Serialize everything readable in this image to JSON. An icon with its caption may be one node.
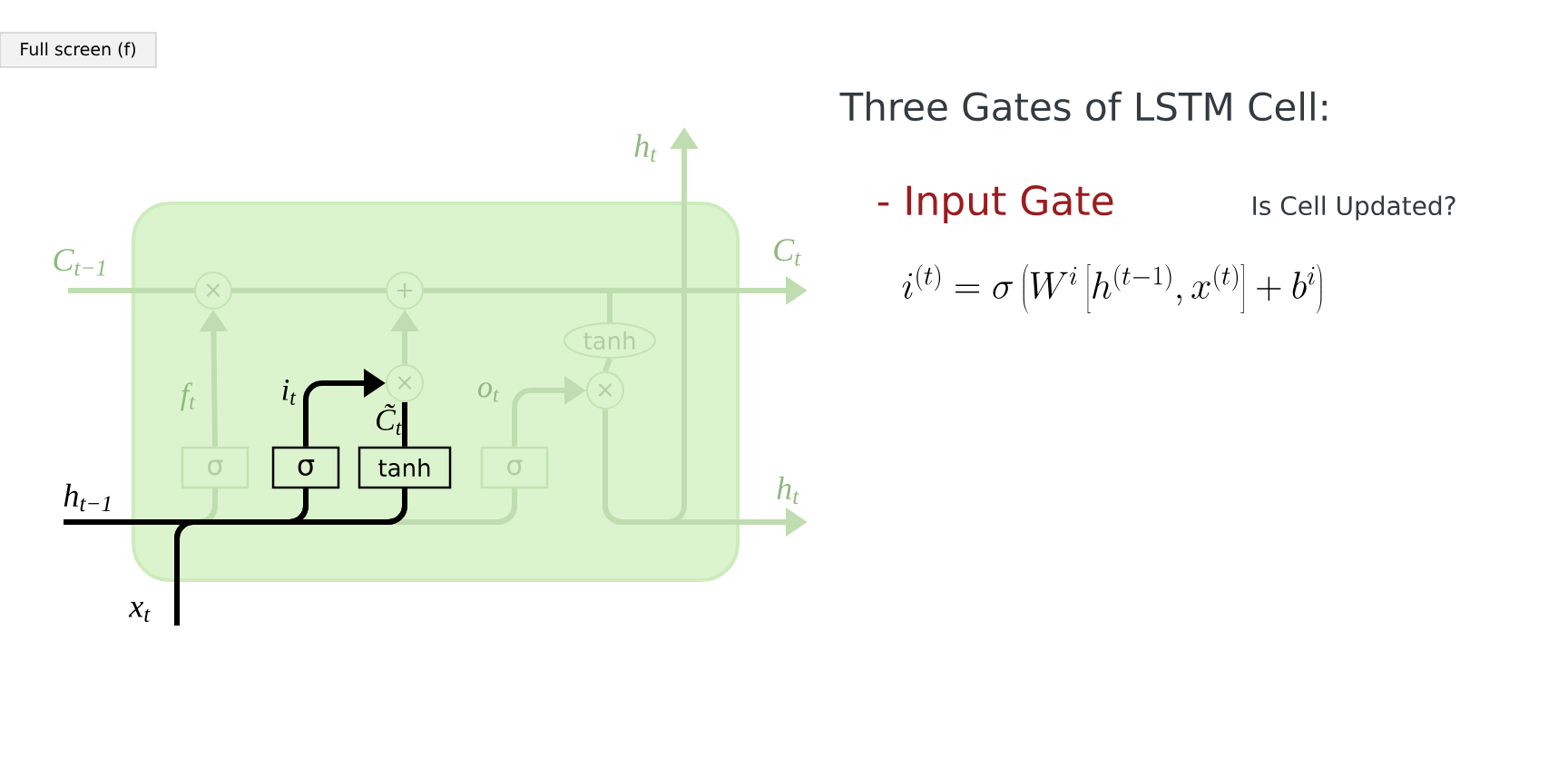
{
  "diagram": {
    "title": "Three Gates of LSTM Cell:",
    "nodes": [
      {
        "text": [],
        "shape": "box"
      },
      {
        "text": [
          "×"
        ],
        "in": 0
      },
      {
        "text": [
          "+"
        ],
        "in": 0
      },
      {
        "text": [
          "×"
        ],
        "in": 0
      },
      {
        "text": [
          "tanh"
        ],
        "in": 0
      },
      {
        "text": [
          "×"
        ],
        "in": 0
      },
      {
        "text": [
          "σ"
        ],
        "in": 0
      },
      {
        "text": [
          "σ"
        ],
        "in": 0
      },
      {
        "text": [
          "tanh"
        ],
        "in": 0
      },
      {
        "text": [
          "σ"
        ],
        "in": 0
      },
      {
        "text": [
          "C$_{t−1}$"
        ]
      },
      {
        "text": [
          "C$_{t}$"
        ]
      },
      {
        "text": [
          "h$_{t}$"
        ]
      },
      {
        "text": [
          "h$_{t−1}$"
        ]
      },
      {
        "text": [
          "x$_{t}$"
        ]
      },
      {
        "text": [
          "h$_{t}$"
        ]
      }
    ],
    "edges": [
      {
        "from": 10,
        "to": 1,
        "arrow": "none"
      },
      {
        "from": 1,
        "to": 2,
        "arrow": "none"
      },
      {
        "from": 2,
        "to": 11,
        "arrow": "to"
      },
      {
        "from": 6,
        "to": 1,
        "arrow": "to",
        "label": "f$_{t}$"
      },
      {
        "from": 3,
        "to": 2,
        "arrow": "to"
      },
      {
        "from": 7,
        "to": 3,
        "arrow": "to",
        "label": "i$_{t}$",
        "color": "#000000"
      },
      {
        "from": 8,
        "to": 3,
        "arrow": "none",
        "label": "C̃$_{t}$",
        "color": "#000000"
      },
      {
        "from": 9,
        "to": 5,
        "arrow": "to",
        "label": "o$_{t}$"
      },
      {
        "from": null,
        "to": 4,
        "arrow": "none"
      },
      {
        "from": 4,
        "to": 5,
        "arrow": "none"
      },
      {
        "from": 5,
        "to": 15,
        "arrow": "to"
      },
      {
        "from": 5,
        "to": 12,
        "arrow": "to"
      },
      {
        "from": 13,
        "to": 6,
        "arrow": "none"
      },
      {
        "from": 13,
        "to": 7,
        "arrow": "none",
        "color": "#000000"
      },
      {
        "from": 13,
        "to": 8,
        "arrow": "none",
        "color": "#000000"
      },
      {
        "from": 13,
        "to": 9,
        "arrow": "none"
      },
      {
        "from": 14,
        "to": 6,
        "arrow": "none"
      },
      {
        "from": 14,
        "to": 7,
        "arrow": "none",
        "color": "#000000"
      },
      {
        "from": 14,
        "to": 8,
        "arrow": "none",
        "color": "#000000"
      },
      {
        "from": 14,
        "to": 9,
        "arrow": "none"
      }
    ],
    "labels": [
      "Full screen (f)",
      "- Input Gate",
      "Is Cell Updated?",
      "i^{(t)} = \\sigma\\left(W^i\\left[h^{(t-1)}, x^{(t)}\\right] + b^i\\right)"
    ]
  }
}
